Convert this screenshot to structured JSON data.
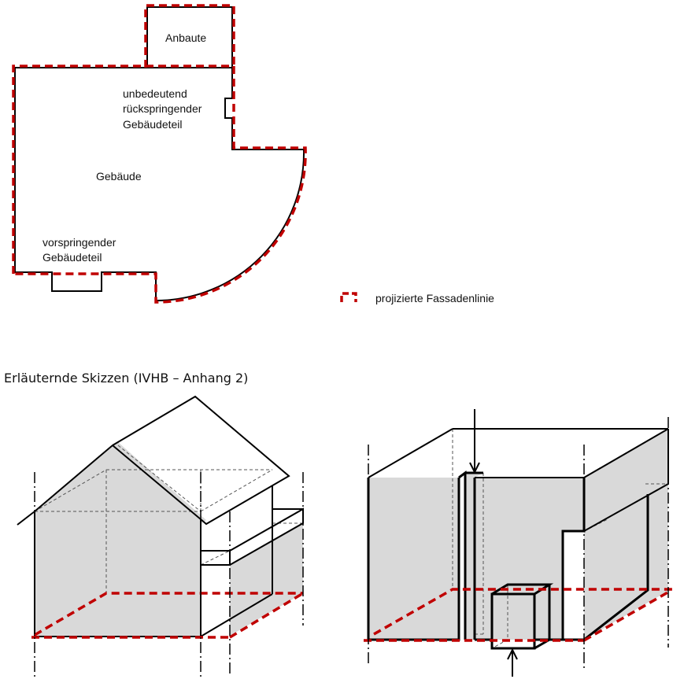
{
  "plan": {
    "labels": {
      "anbaute": "Anbaute",
      "ruecksp_1": "unbedeutend",
      "ruecksp_2": "rückspringender",
      "ruecksp_3": "Gebäudeteil",
      "gebaeude": "Gebäude",
      "vorsp_1": "vorspringender",
      "vorsp_2": "Gebäudeteil"
    },
    "legend": "projizierte Fassadenlinie"
  },
  "heading": "Erläuternde Skizzen (IVHB – Anhang 2)",
  "colors": {
    "facade_line": "#c00000",
    "wall_fill": "#d9d9d9"
  }
}
